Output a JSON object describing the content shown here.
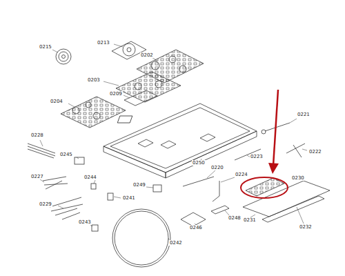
{
  "diagram": {
    "labels": [
      "0213",
      "0215",
      "0202",
      "0203",
      "0209",
      "0204",
      "0221",
      "0228",
      "0222",
      "0223",
      "0245",
      "0250",
      "0220",
      "0224",
      "0227",
      "0244",
      "0230",
      "0249",
      "0241",
      "0229",
      "0248",
      "0231",
      "0232",
      "0246",
      "0243",
      "0242"
    ]
  }
}
